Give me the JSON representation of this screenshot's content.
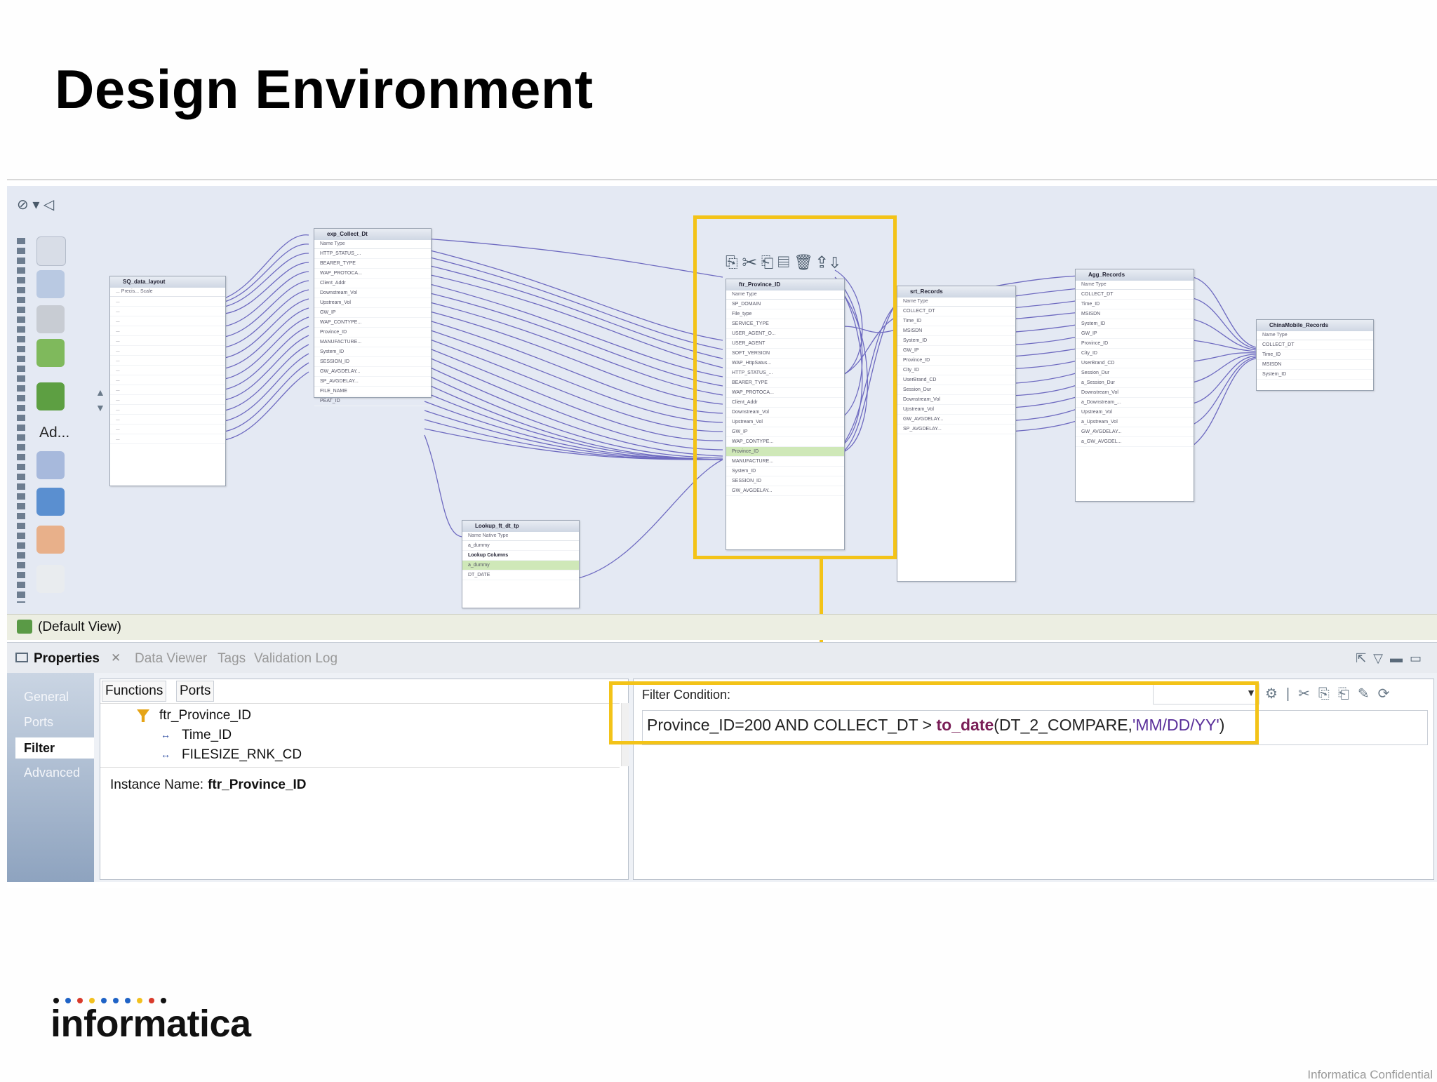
{
  "slide": {
    "title": "Design Environment",
    "footer": "Informatica Confidential"
  },
  "canvas": {
    "palette_more_label": "Ad...",
    "default_view_label": "(Default View)",
    "transformations": [
      {
        "title": "SQ_data_layout",
        "header": "... Precis... Scale",
        "rows": [
          "...",
          "...",
          "...",
          "...",
          "...",
          "...",
          "...",
          "...",
          "...",
          "...",
          "...",
          "...",
          "...",
          "...",
          "..."
        ]
      },
      {
        "title": "exp_Collect_Dt",
        "header": "Name  Type",
        "rows": [
          "HTTP_STATUS_...",
          "BEARER_TYPE",
          "WAP_PROTOCA...",
          "Client_Addr",
          "Downstream_Vol",
          "Upstream_Vol",
          "GW_IP",
          "WAP_CONTYPE...",
          "Province_ID",
          "MANUFACTURE...",
          "System_ID",
          "SESSION_ID",
          "GW_AVGDELAY...",
          "SP_AVGDELAY...",
          "FILE_NAME",
          "PEAT_ID"
        ]
      },
      {
        "title": "ftr_Province_ID",
        "header": "Name  Type",
        "rows": [
          "SP_DOMAIN",
          "File_type",
          "SERVICE_TYPE",
          "USER_AGENT_O...",
          "USER_AGENT",
          "SOFT_VERSION",
          "WAP_HttpSatus...",
          "HTTP_STATUS_...",
          "BEARER_TYPE",
          "WAP_PROTOCA...",
          "Client_Addr",
          "Downstream_Vol",
          "Upstream_Vol",
          "GW_IP",
          "WAP_CONTYPE...",
          "Province_ID",
          "MANUFACTURE...",
          "System_ID",
          "SESSION_ID",
          "GW_AVGDELAY..."
        ]
      },
      {
        "title": "srt_Records",
        "header": "Name  Type",
        "rows": [
          "COLLECT_DT",
          "Time_ID",
          "MSISDN",
          "System_ID",
          "GW_IP",
          "Province_ID",
          "City_ID",
          "UserBrand_CD",
          "Session_Dur",
          "Downstream_Vol",
          "Upstream_Vol",
          "GW_AVGDELAY...",
          "SP_AVGDELAY..."
        ]
      },
      {
        "title": "Agg_Records",
        "header": "Name  Type",
        "rows": [
          "COLLECT_DT",
          "Time_ID",
          "MSISDN",
          "System_ID",
          "GW_IP",
          "Province_ID",
          "City_ID",
          "UserBrand_CD",
          "Session_Dur",
          "a_Session_Dur",
          "Downstream_Vol",
          "a_Downstream_...",
          "Upstream_Vol",
          "a_Upstream_Vol",
          "GW_AVGDELAY...",
          "a_GW_AVGDEL..."
        ]
      },
      {
        "title": "ChinaMobile_Records",
        "header": "Name  Type",
        "rows": [
          "COLLECT_DT",
          "Time_ID",
          "MSISDN",
          "System_ID"
        ]
      },
      {
        "title": "Lookup_ft_dt_tp",
        "header": "Name  Native Type",
        "rows": [
          "a_dummy",
          "Lookup Columns",
          "a_dummy",
          "DT_DATE"
        ]
      }
    ]
  },
  "properties": {
    "tabs": [
      "Properties",
      "Data Viewer",
      "Tags",
      "Validation Log"
    ],
    "nav": [
      "General",
      "Ports",
      "Filter",
      "Advanced"
    ],
    "subtabs": [
      "Functions",
      "Ports"
    ],
    "tree": {
      "root": "ftr_Province_ID",
      "children": [
        "Time_ID",
        "FILESIZE_RNK_CD"
      ]
    },
    "instance_label": "Instance Name:",
    "instance_value": "ftr_Province_ID",
    "filter_label": "Filter Condition:",
    "expression": {
      "prefix": "Province_ID=200  AND COLLECT_DT > ",
      "function": "to_date",
      "open": "(DT_2_COMPARE,",
      "string_literal": "'MM/DD/YY'",
      "close": ")"
    }
  },
  "brand": {
    "logo_text": "informatica",
    "dot_colors": [
      "#111111",
      "#1f63c6",
      "#d93a2b",
      "#f2c01e",
      "#1f63c6",
      "#1f63c6",
      "#1f63c6",
      "#f2c01e",
      "#d93a2b",
      "#111111"
    ],
    "highlight_color": "#f3c318"
  }
}
